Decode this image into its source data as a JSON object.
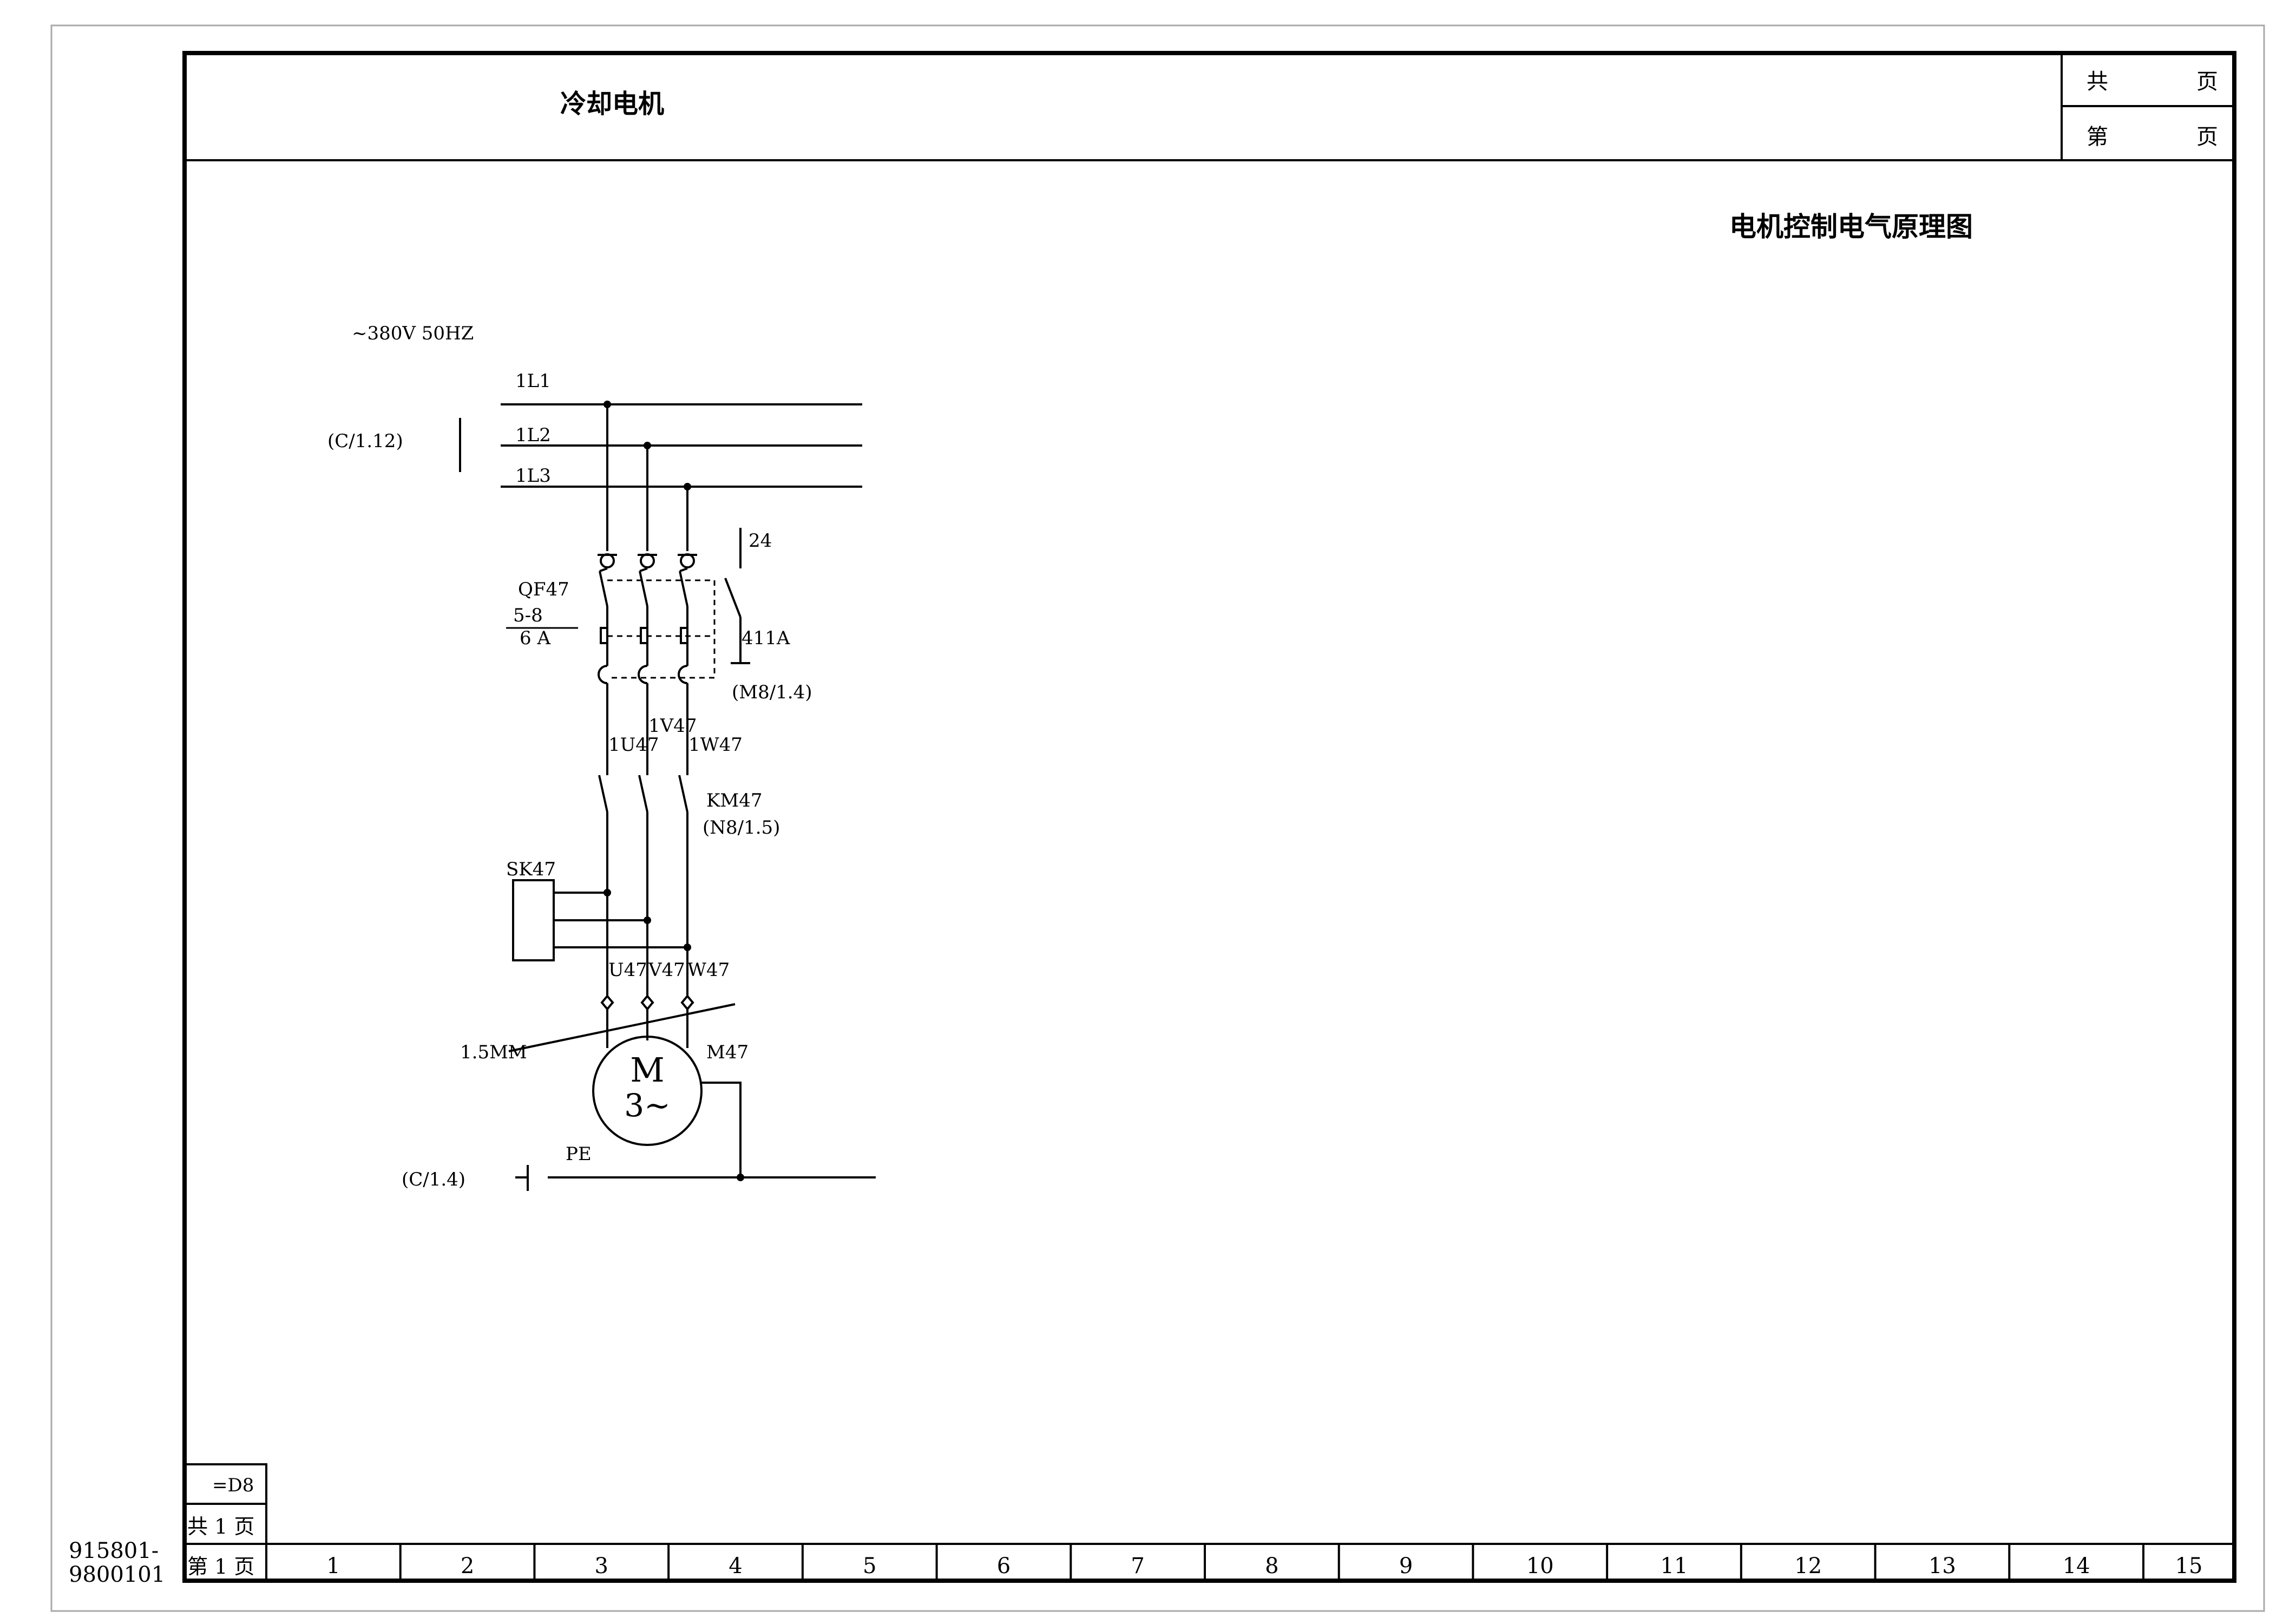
{
  "header": {
    "title": "冷却电机",
    "total_label": "共",
    "page_label": "第",
    "page_unit": "页"
  },
  "drawing_title": "电机控制电气原理图",
  "supply": "~380V 50HZ",
  "lines": {
    "l1": "1L1",
    "l2": "1L2",
    "l3": "1L3",
    "source_ref": "(C/1.12)",
    "pe": "PE",
    "pe_ref": "(C/1.4)"
  },
  "breaker": {
    "tag": "QF47",
    "range": "5-8",
    "setting": "6 A",
    "aux_no": "24",
    "aux_wire": "411A",
    "aux_ref": "(M8/1.4)"
  },
  "wires": {
    "u1": "1U47",
    "v1": "1V47",
    "w1": "1W47",
    "u": "U47",
    "v": "V47",
    "w": "W47"
  },
  "contactor": {
    "tag": "KM47",
    "ref": "(N8/1.5)"
  },
  "sensor": {
    "tag": "SK47"
  },
  "cable": {
    "size": "1.5MM"
  },
  "motor": {
    "tag": "M47",
    "symbol": "M",
    "phase": "3~"
  },
  "title_block": {
    "location": "=D8",
    "total_pages": "共 1 页",
    "this_page": "第 1 页",
    "drawing_no_1": "915801-",
    "drawing_no_2": "9800101"
  },
  "grid_columns": [
    "1",
    "2",
    "3",
    "4",
    "5",
    "6",
    "7",
    "8",
    "9",
    "10",
    "11",
    "12",
    "13",
    "14",
    "15"
  ]
}
